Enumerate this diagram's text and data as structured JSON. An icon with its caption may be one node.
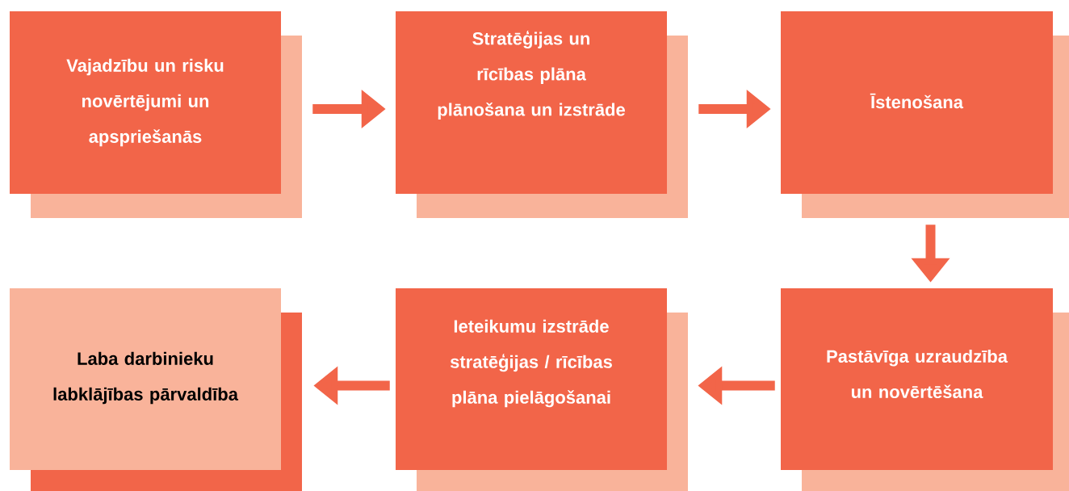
{
  "diagram": {
    "nodes": [
      {
        "text": [
          "Vajadzību un risku novērtējumi un apspriešanās"
        ]
      },
      {
        "text": [
          "Stratēģijas un rīcības plāna plānošana un izstrāde"
        ]
      },
      {
        "text": [
          "Īstenošana"
        ]
      },
      {
        "text": [
          "Pastāvīga uzraudzība un novērtēšana"
        ]
      },
      {
        "text": [
          "Ieteikumu izstrāde stratēģijas / rīcības plāna pielāgošanai"
        ]
      },
      {
        "text": [
          "Laba darbinieku labklājības pārvaldība"
        ]
      }
    ],
    "edges": [
      {
        "from": 0,
        "to": 1,
        "arrow": "to"
      },
      {
        "from": 1,
        "to": 2,
        "arrow": "to"
      },
      {
        "from": 2,
        "to": 3,
        "arrow": "to"
      },
      {
        "from": 3,
        "to": 4,
        "arrow": "to"
      },
      {
        "from": 4,
        "to": 5,
        "arrow": "to"
      }
    ]
  }
}
